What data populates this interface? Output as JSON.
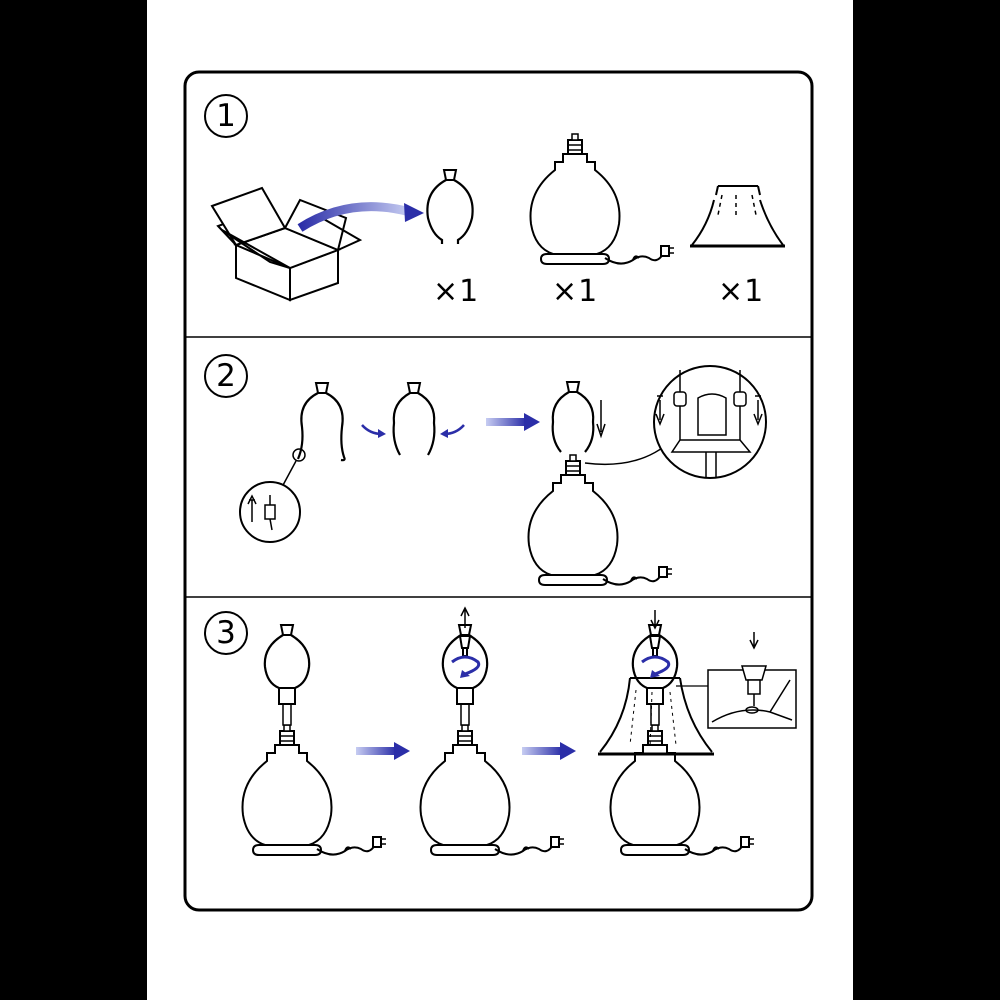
{
  "steps": [
    {
      "number": "1",
      "quantities": [
        "×1",
        "×1",
        "×1"
      ]
    },
    {
      "number": "2"
    },
    {
      "number": "3"
    }
  ],
  "colors": {
    "arrow_blue": "#2b2ea8",
    "arrow_light": "#c7cdf2",
    "line": "#000000",
    "page_margin": "#000000"
  }
}
